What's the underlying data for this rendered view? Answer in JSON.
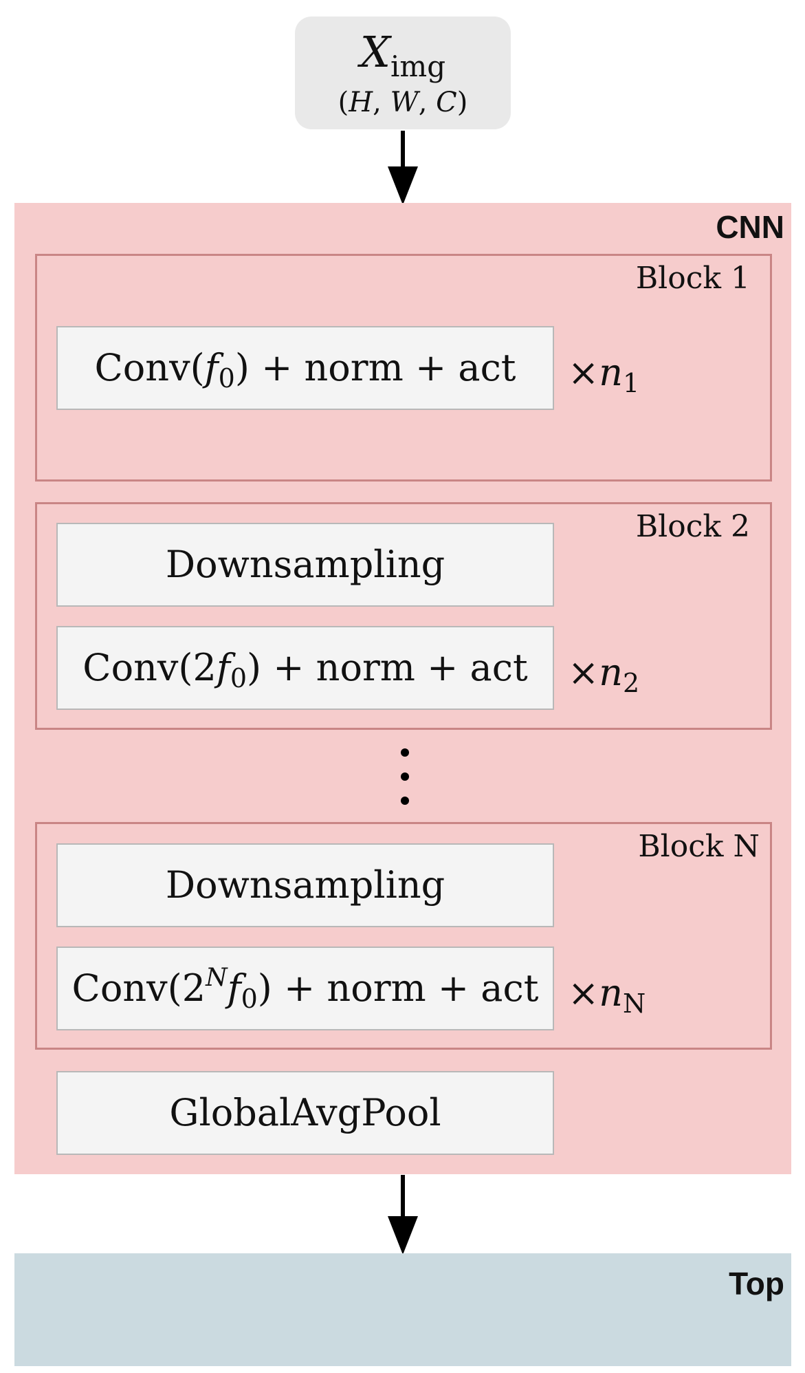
{
  "input": {
    "symbol": "X",
    "subscript": "img",
    "shape_h": "H",
    "shape_w": "W",
    "shape_c": "C"
  },
  "cnn": {
    "label": "CNN",
    "global_pool": "GlobalAvgPool",
    "blocks": [
      {
        "label": "Block 1",
        "conv_prefix": "Conv(",
        "conv_factor": "",
        "conv_exponent": "",
        "conv_var": "f",
        "conv_sub": "0",
        "conv_suffix": ") + norm + act",
        "repeat_times": "×",
        "repeat_var": "n",
        "repeat_sub": "1"
      },
      {
        "label": "Block 2",
        "downsampling": "Downsampling",
        "conv_prefix": "Conv(",
        "conv_factor": "2",
        "conv_exponent": "",
        "conv_var": "f",
        "conv_sub": "0",
        "conv_suffix": ") + norm + act",
        "repeat_times": "×",
        "repeat_var": "n",
        "repeat_sub": "2"
      },
      {
        "label": "Block N",
        "downsampling": "Downsampling",
        "conv_prefix": "Conv(",
        "conv_factor": "2",
        "conv_exponent": "N",
        "conv_var": "f",
        "conv_sub": "0",
        "conv_suffix": ") + norm + act",
        "repeat_times": "×",
        "repeat_var": "n",
        "repeat_sub": "N"
      }
    ]
  },
  "top": {
    "label": "Top"
  },
  "colors": {
    "cnn_background": "#f6cccc",
    "block_border": "#c98585",
    "op_box": "#f4f4f4",
    "input_node": "#e9e9e9",
    "top_background": "#cbdae0"
  }
}
